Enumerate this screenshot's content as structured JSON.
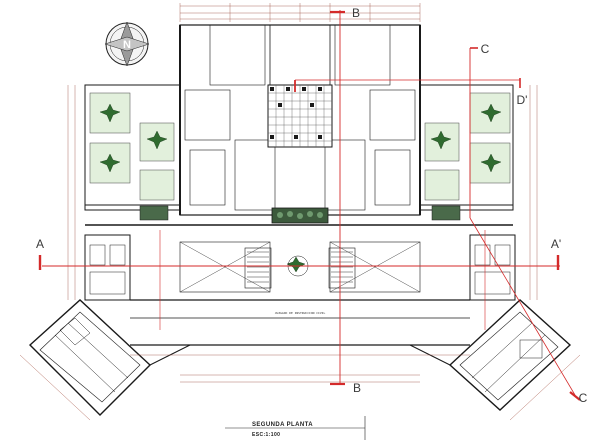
{
  "drawing": {
    "title": "SEGUNDA PLANTA",
    "scale": "ESC:1:100",
    "north_letter": "N",
    "corridor_label": "JUZGADO DE INSTRUCCION CIVIL"
  },
  "sections": {
    "a_left": "A",
    "a_right": "A'",
    "b_top": "B",
    "b_bottom": "B",
    "c_top": "C",
    "c_bottom": "C",
    "d_right": "D'"
  },
  "colors": {
    "section_line": "#d42a2a",
    "wall": "#1a1a1a",
    "garden": "#e2f0dc",
    "compass_fill": "#9a9a9a"
  }
}
